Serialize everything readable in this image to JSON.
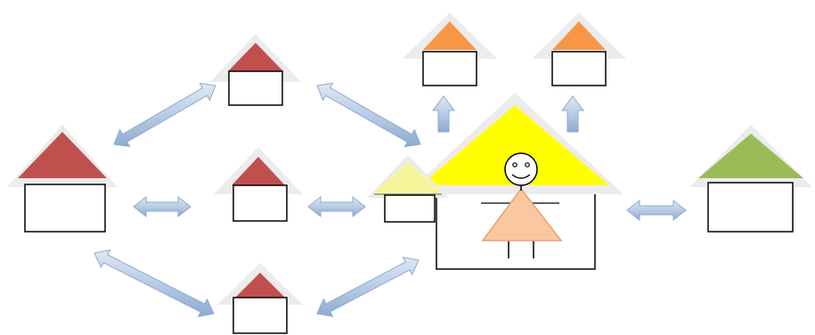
{
  "diagram": {
    "houses": [
      {
        "id": "left-big",
        "roof_color": "#c0504d"
      },
      {
        "id": "top-center",
        "roof_color": "#c0504d"
      },
      {
        "id": "middle-center",
        "roof_color": "#c0504d"
      },
      {
        "id": "bottom-center",
        "roof_color": "#c0504d"
      },
      {
        "id": "small-yellow",
        "roof_color": "#f7f59a"
      },
      {
        "id": "big-main",
        "roof_color": "#ffff00"
      },
      {
        "id": "top-orange-left",
        "roof_color": "#f79646"
      },
      {
        "id": "top-orange-right",
        "roof_color": "#f79646"
      },
      {
        "id": "right-green",
        "roof_color": "#9bbb59"
      }
    ],
    "person": {
      "icon": "stick-figure-icon",
      "body_color": "#fac8a0"
    },
    "connectors": {
      "icon": "double-arrow-icon",
      "fill": "#b8cce4",
      "stroke": "#8eaad0"
    }
  }
}
